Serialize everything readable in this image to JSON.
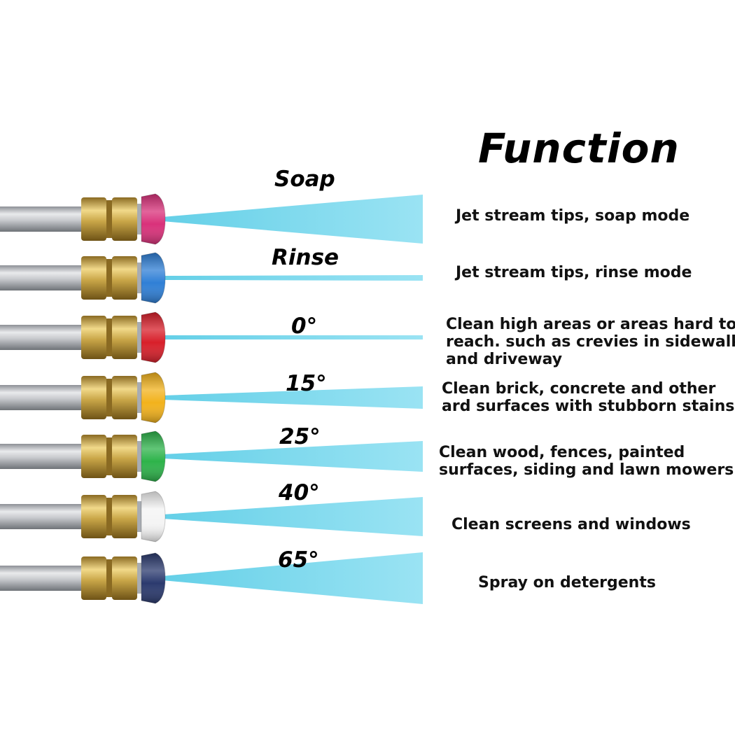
{
  "heading": "Function",
  "colors": {
    "spray": "#5ccde6",
    "rod": "#b9bcc0",
    "brass": "#c9a648"
  },
  "nozzles": [
    {
      "label": "Soap",
      "cap_color": "#d9317a",
      "description_lines": [
        "Jet stream tips, soap mode"
      ]
    },
    {
      "label": "Rinse",
      "cap_color": "#2f7fd6",
      "description_lines": [
        "Jet stream tips, rinse mode"
      ]
    },
    {
      "label": "0°",
      "cap_color": "#d81f2a",
      "description_lines": [
        "Clean high areas or areas hard to",
        "reach. such as crevies in sidewalks",
        "and driveway"
      ]
    },
    {
      "label": "15°",
      "cap_color": "#f2b21c",
      "description_lines": [
        "Clean brick, concrete and other",
        "ard surfaces with stubborn stains"
      ]
    },
    {
      "label": "25°",
      "cap_color": "#2db34a",
      "description_lines": [
        "Clean wood, fences, painted",
        "surfaces, siding and lawn mowers"
      ]
    },
    {
      "label": "40°",
      "cap_color": "#f4f4f4",
      "description_lines": [
        "Clean screens and windows"
      ]
    },
    {
      "label": "65°",
      "cap_color": "#2b3a6e",
      "description_lines": [
        "Spray on detergents"
      ]
    }
  ]
}
